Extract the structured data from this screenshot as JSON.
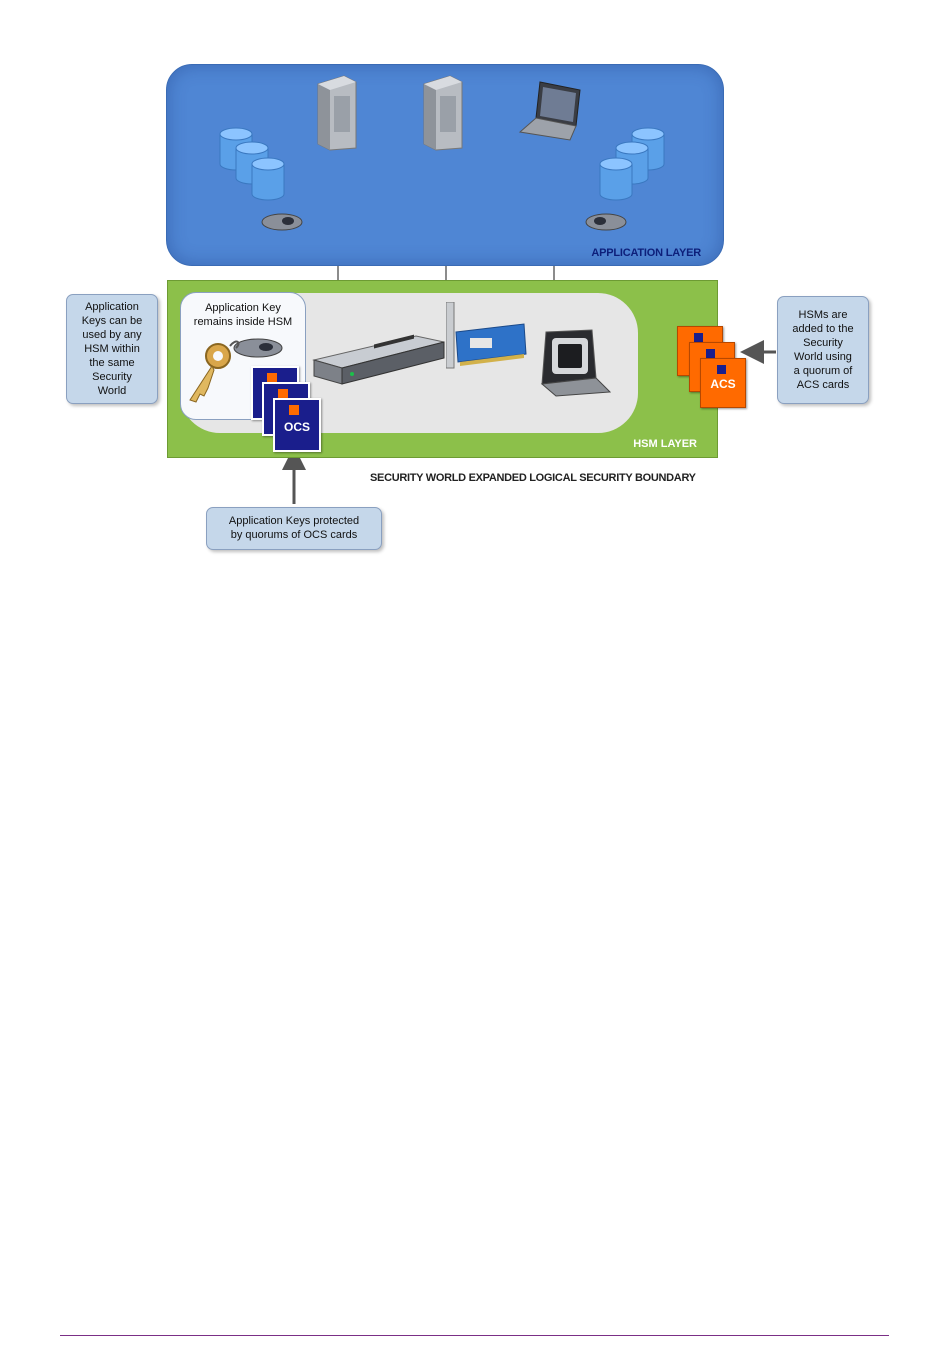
{
  "diagram": {
    "application_layer_label": "APPLICATION LAYER",
    "hsm_layer_label": "HSM LAYER",
    "boundary_label": "SECURITY WORLD EXPANDED LOGICAL SECURITY BOUNDARY",
    "key_box_lines": [
      "Application Key",
      "remains inside HSM"
    ],
    "callout_left_lines": [
      "Application",
      "Keys can be",
      "used by any",
      "HSM within",
      "the same",
      "Security",
      "World"
    ],
    "callout_right_lines": [
      "HSMs are",
      "added to the",
      "Security",
      "World using",
      "a quorum of",
      "ACS cards"
    ],
    "callout_bottom_lines": [
      "Application Keys protected",
      "by quorums of OCS cards"
    ],
    "ocs_card_label": "OCS",
    "acs_card_label": "ACS",
    "colors": {
      "application_layer": "#4f86d4",
      "hsm_layer": "#8cc04a",
      "ocs_card": "#1a1e8c",
      "acs_card": "#ff6a00",
      "callout": "#c5d7ea"
    }
  }
}
